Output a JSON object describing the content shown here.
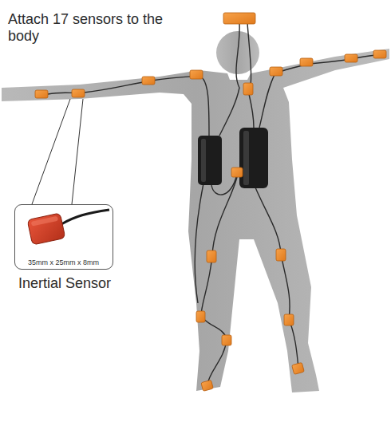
{
  "diagram": {
    "nodes": [
      {
        "text": [
          "35mm x 25mm x 8mm",
          "Inertial Sensor"
        ]
      }
    ],
    "labels": [
      "Attach 17 sensors to the body"
    ]
  }
}
